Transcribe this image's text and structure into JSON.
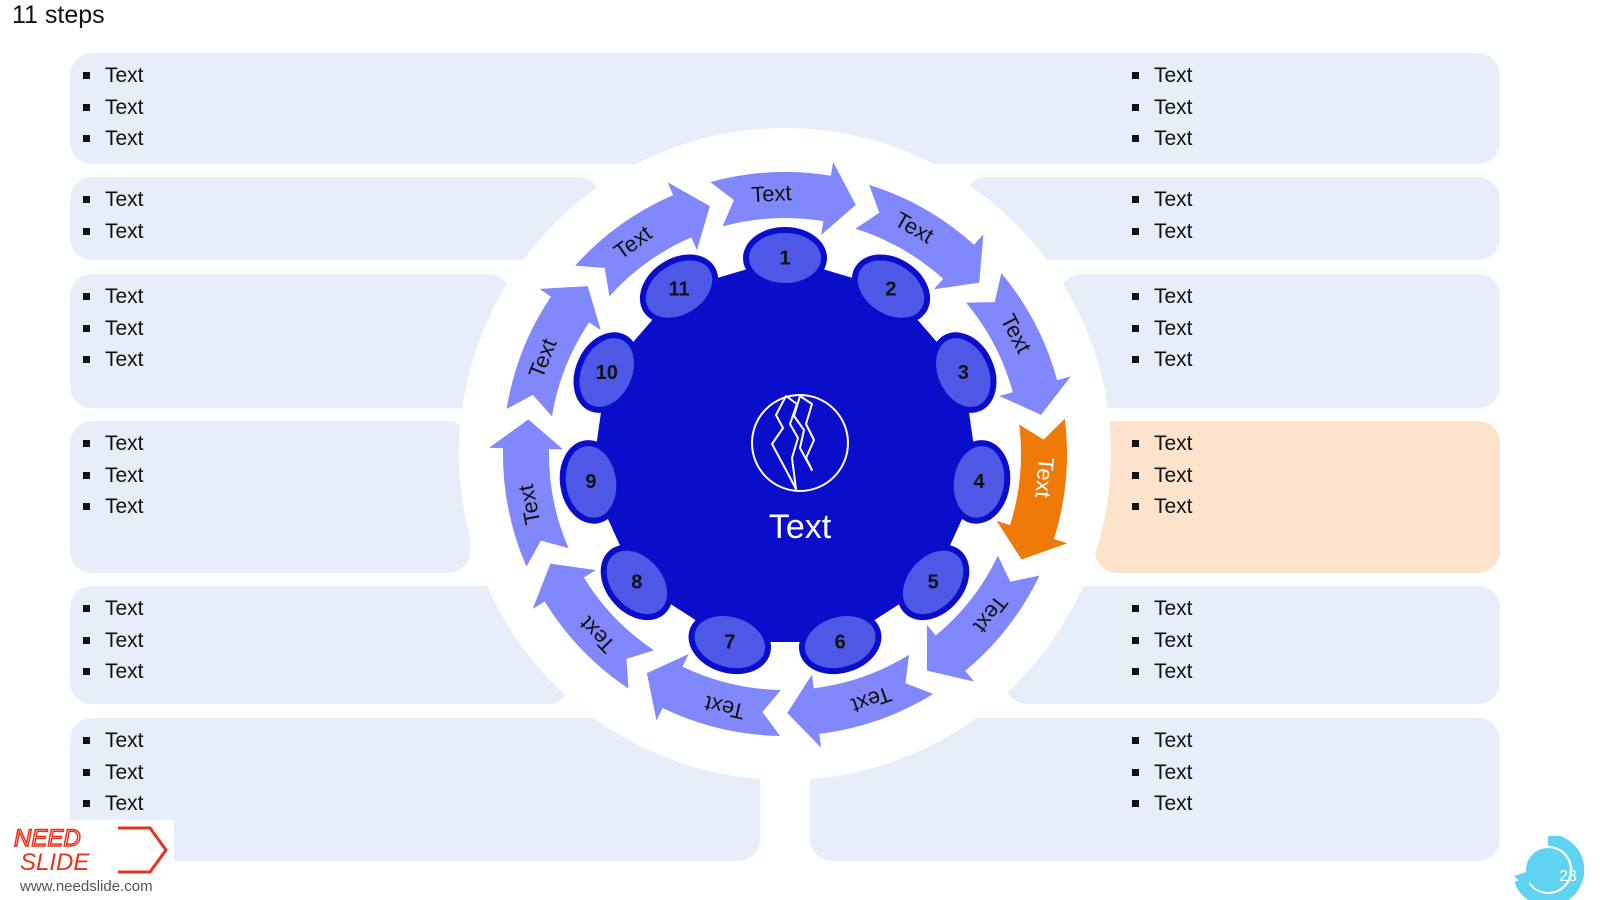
{
  "title": "11 steps",
  "center": {
    "label": "Text",
    "icon": "broken-circle-icon"
  },
  "colors": {
    "panel": "#e8edfa",
    "panel_highlight": "#fde3cb",
    "arrow": "#8088fb",
    "arrow_active": "#ef7a07",
    "core": "#0a0ecb",
    "badge": "#4d58e6",
    "badge_ring": "#0a0ecb"
  },
  "steps": [
    {
      "number": "1",
      "label": "Text",
      "active": false
    },
    {
      "number": "2",
      "label": "Text",
      "active": false
    },
    {
      "number": "3",
      "label": "Text",
      "active": false
    },
    {
      "number": "4",
      "label": "Text",
      "active": true
    },
    {
      "number": "5",
      "label": "Text",
      "active": false
    },
    {
      "number": "6",
      "label": "Text",
      "active": false
    },
    {
      "number": "7",
      "label": "Text",
      "active": false
    },
    {
      "number": "8",
      "label": "Text",
      "active": false
    },
    {
      "number": "9",
      "label": "Text",
      "active": false
    },
    {
      "number": "10",
      "label": "Text",
      "active": false
    },
    {
      "number": "11",
      "label": "Text",
      "active": false
    }
  ],
  "left_panels": [
    {
      "bullets": [
        "Text",
        "Text",
        "Text"
      ]
    },
    {
      "bullets": [
        "Text",
        "Text"
      ]
    },
    {
      "bullets": [
        "Text",
        "Text",
        "Text"
      ]
    },
    {
      "bullets": [
        "Text",
        "Text",
        "Text"
      ]
    },
    {
      "bullets": [
        "Text",
        "Text",
        "Text"
      ]
    },
    {
      "bullets": [
        "Text",
        "Text",
        "Text"
      ]
    }
  ],
  "right_panels": [
    {
      "bullets": [
        "Text",
        "Text",
        "Text"
      ]
    },
    {
      "bullets": [
        "Text",
        "Text"
      ]
    },
    {
      "bullets": [
        "Text",
        "Text",
        "Text"
      ]
    },
    {
      "bullets": [
        "Text",
        "Text",
        "Text"
      ],
      "highlight": true
    },
    {
      "bullets": [
        "Text",
        "Text",
        "Text"
      ]
    },
    {
      "bullets": [
        "Text",
        "Text",
        "Text"
      ]
    }
  ],
  "footer": {
    "logo_text": [
      "NEED",
      "SLIDE"
    ],
    "url": "www.needslide.com",
    "page_number": "23"
  }
}
